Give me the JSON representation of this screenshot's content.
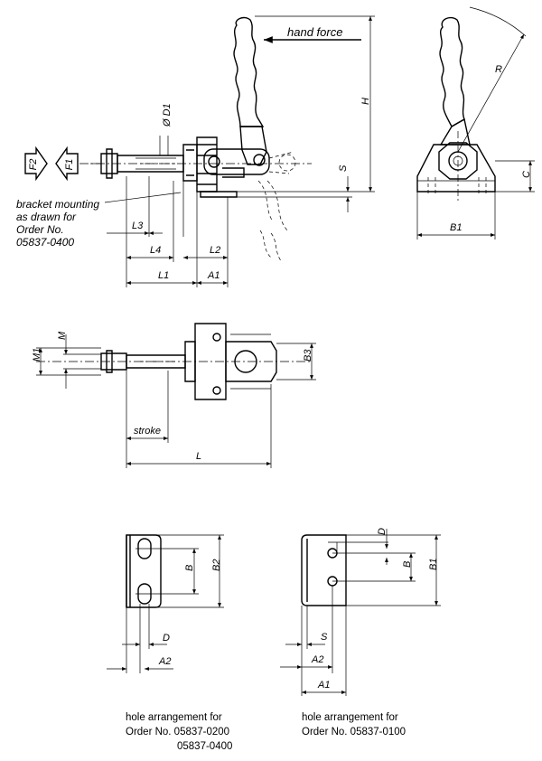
{
  "labels": {
    "hand_force": "hand force",
    "H": "H",
    "R": "R",
    "C": "C",
    "S": "S",
    "B1": "B1",
    "D1": "Ø D1",
    "F1": "F1",
    "F2": "F2",
    "L1": "L1",
    "L2": "L2",
    "L3": "L3",
    "L4": "L4",
    "A1": "A1",
    "M": "M",
    "M1": "M1",
    "B3": "B3",
    "stroke": "stroke",
    "L": "L",
    "B": "B",
    "B2": "B2",
    "D": "D",
    "A2": "A2"
  },
  "notes": {
    "bracket_line1": "bracket mounting",
    "bracket_line2": "as drawn for",
    "bracket_line3": "Order No.",
    "bracket_line4": "05837-0400"
  },
  "captions": {
    "left_line1": "hole arrangement for",
    "left_line2": "Order No. 05837-0200",
    "left_line3": "05837-0400",
    "right_line1": "hole arrangement for",
    "right_line2": "Order No. 05837-0100"
  }
}
